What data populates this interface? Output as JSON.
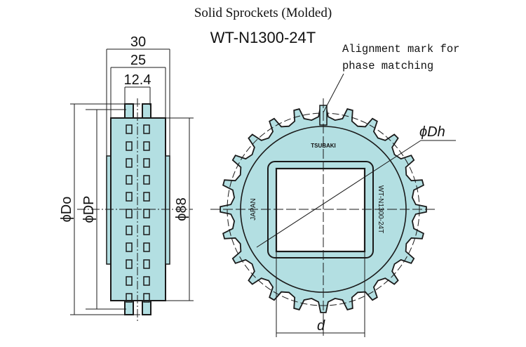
{
  "title": "Solid Sprockets (Molded)",
  "model": "WT-N1300-24T",
  "annotation": {
    "line1": "Alignment mark for",
    "line2": "phase matching"
  },
  "dimensions": {
    "width_total": "30",
    "width_mid": "25",
    "width_inner": "12.4",
    "outer_dia": "ϕDo",
    "pitch_dia": "ϕDP",
    "hub_dia": "ϕ88",
    "hole_dia": "ϕDh",
    "bore": "d"
  },
  "gear_markings": {
    "logo": "TSUBAKI",
    "country": "JAPAN",
    "part": "WT-N1300-24T"
  },
  "teeth": 24,
  "colors": {
    "fill": "#b3dfe2",
    "line": "#1a1a1a"
  }
}
